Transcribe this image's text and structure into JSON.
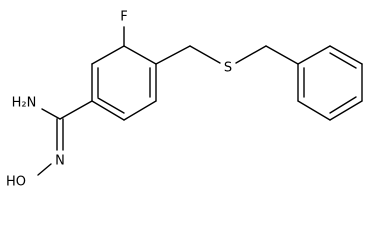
{
  "molecule": {
    "atoms": {
      "fluorine": "F",
      "sulfur": "S",
      "amine": "H₂N",
      "hydroxyimino": "HO",
      "imine_nitrogen": "N"
    }
  }
}
